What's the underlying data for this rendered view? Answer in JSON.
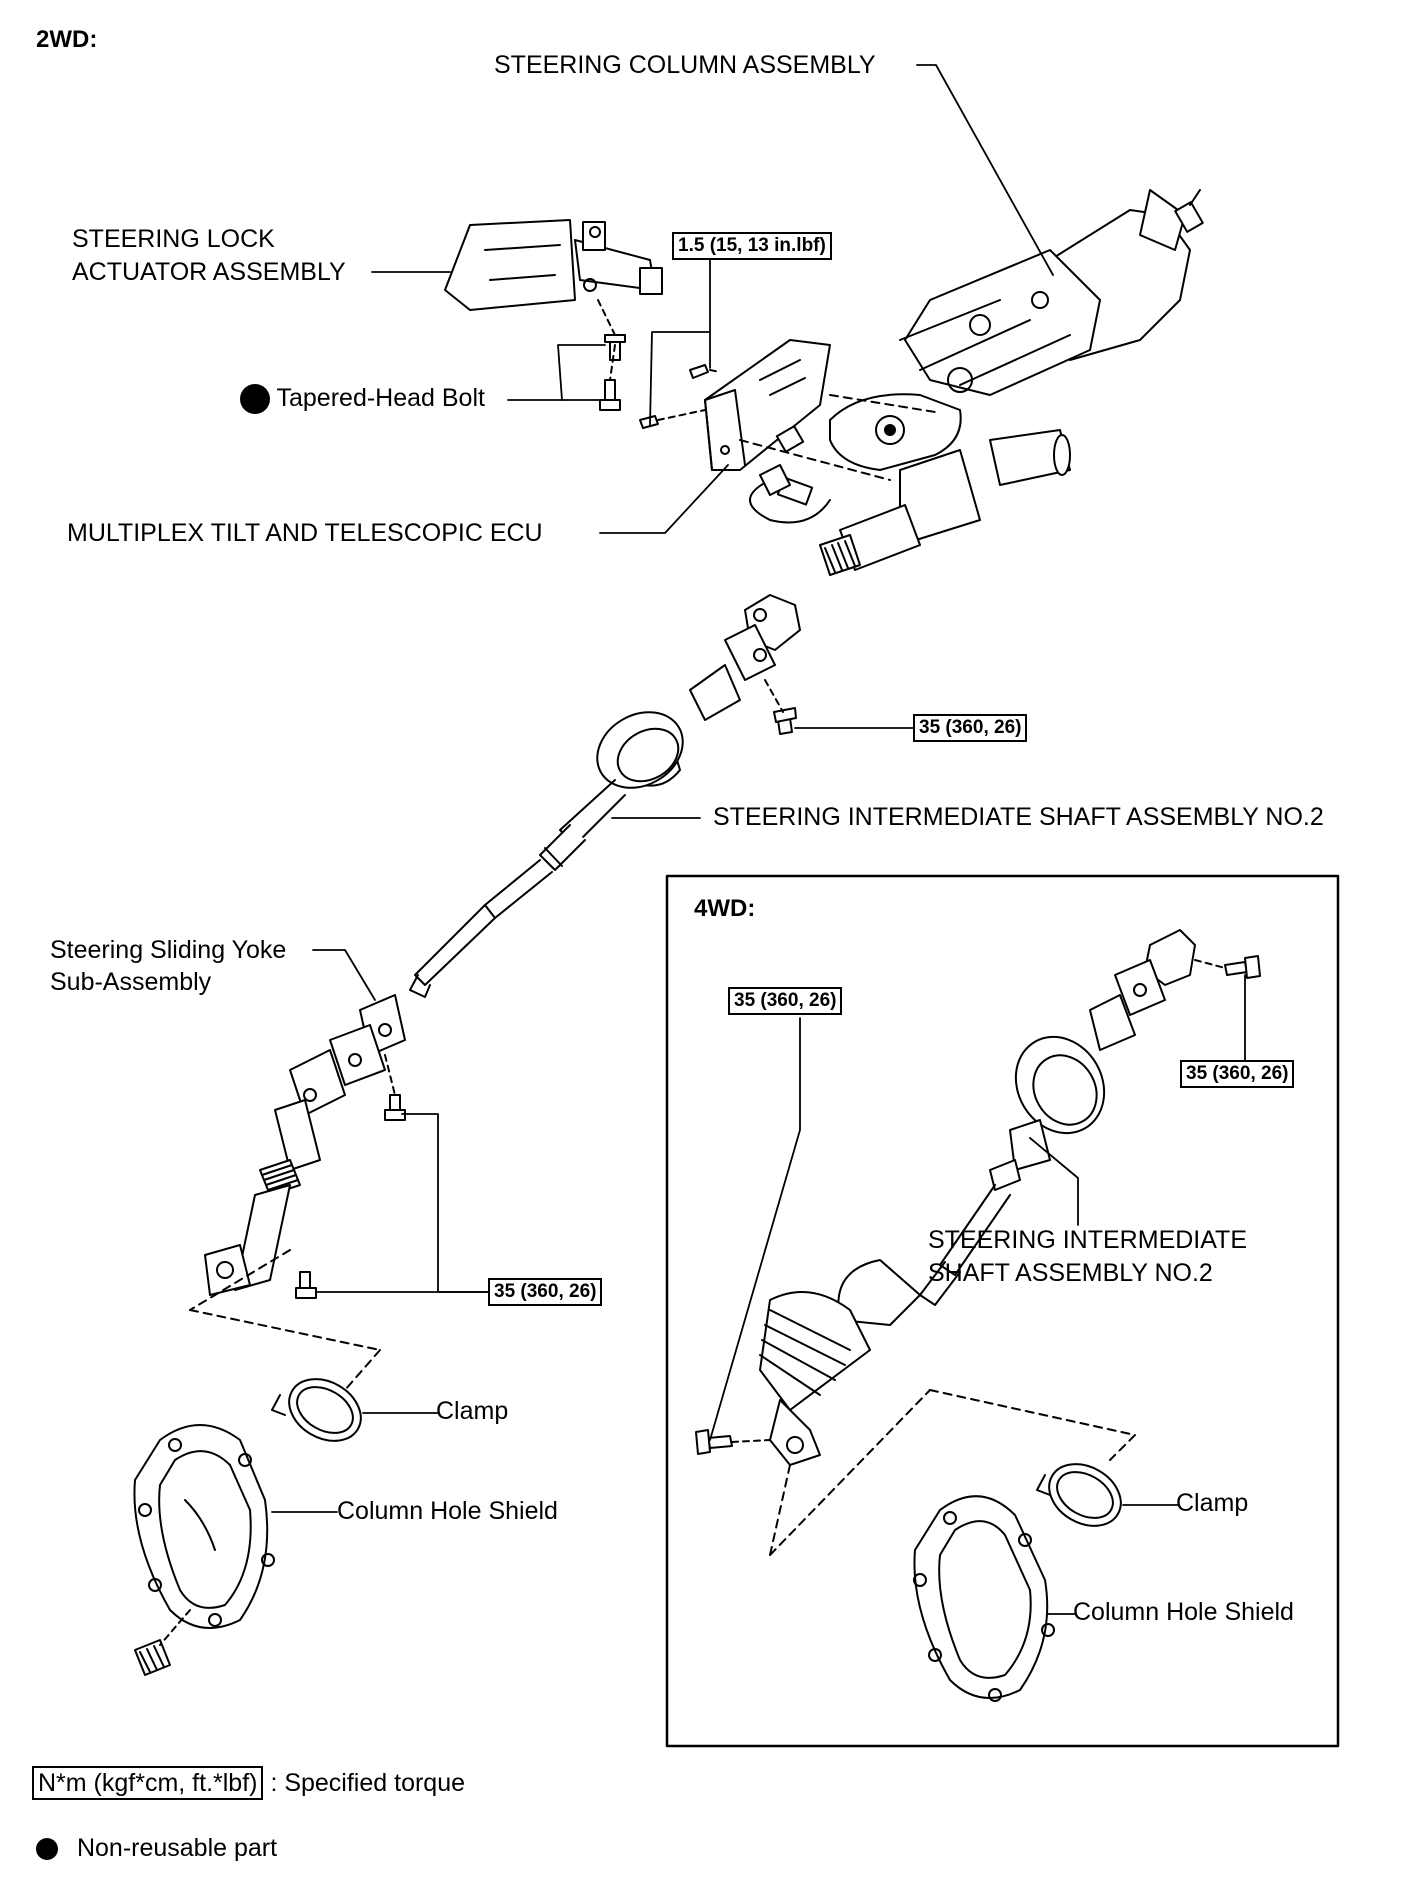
{
  "headers": {
    "two_wd": "2WD:",
    "four_wd": "4WD:"
  },
  "labels": {
    "steering_column_assembly": "STEERING COLUMN ASSEMBLY",
    "steering_lock_actuator": [
      "STEERING LOCK",
      "ACTUATOR ASSEMBLY"
    ],
    "tapered_head_bolt": "Tapered-Head Bolt",
    "multiplex_ecu": "MULTIPLEX TILT AND TELESCOPIC ECU",
    "intermediate_shaft_2wd": "STEERING INTERMEDIATE SHAFT ASSEMBLY NO.2",
    "sliding_yoke": [
      "Steering Sliding Yoke",
      "Sub-Assembly"
    ],
    "clamp_2wd": "Clamp",
    "column_hole_shield_2wd": "Column Hole Shield",
    "intermediate_shaft_4wd": [
      "STEERING INTERMEDIATE",
      "SHAFT ASSEMBLY NO.2"
    ],
    "clamp_4wd": "Clamp",
    "column_hole_shield_4wd": "Column Hole Shield"
  },
  "torques": {
    "ecu_bolts": "1.5 (15, 13 in.lbf)",
    "shaft_2wd": "35 (360, 26)",
    "yoke_2wd": "35 (360, 26)",
    "shaft_4wd_left": "35 (360, 26)",
    "shaft_4wd_right": "35 (360, 26)"
  },
  "legend": {
    "torque_unit": "N*m (kgf*cm, ft.*lbf)",
    "torque_desc": ": Specified torque",
    "non_reusable": "Non-reusable part"
  }
}
